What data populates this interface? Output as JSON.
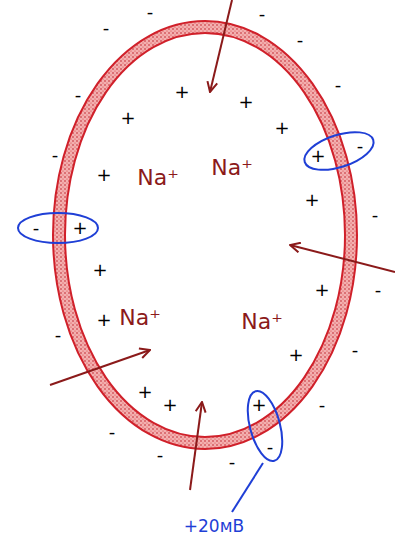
{
  "diagram": {
    "labels": [
      "Na⁺",
      "Na⁺",
      "Na⁺",
      "Na⁺",
      "-",
      "-",
      "-",
      "-",
      "-",
      "-",
      "-",
      "-",
      "-",
      "-",
      "-",
      "-",
      "-",
      "-",
      "-",
      "-",
      "-",
      "-",
      "+",
      "+",
      "+",
      "+",
      "+",
      "+",
      "+",
      "+",
      "+",
      "+",
      "+",
      "+",
      "+",
      "+",
      "+",
      "+20мВ"
    ]
  }
}
